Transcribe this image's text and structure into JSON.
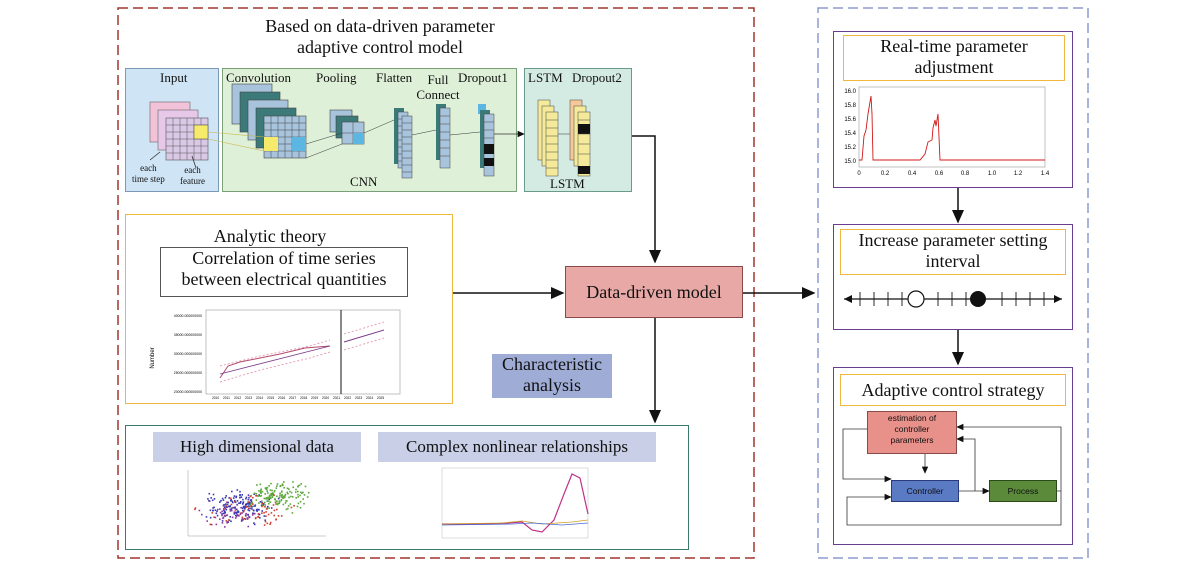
{
  "colors": {
    "left_border": "#a0362c",
    "right_border": "#8e9ad0",
    "purple_box": "#6a3d8f",
    "orange_border": "#f0b840",
    "teal_border": "#3a7a6a",
    "input_bg": "#cfe4f5",
    "cnn_bg": "#dff0d8",
    "lstm_bg": "#d4ebe4",
    "model_box": "#e8a8a6",
    "char_box": "#9fadd6",
    "label_box": "#c9cfe6"
  },
  "header": {
    "title_line1": "Based on data-driven parameter",
    "title_line2": "adaptive control model"
  },
  "network": {
    "input_label": "Input",
    "each_time_step": "each\ntime step",
    "each_feature": "each\nfeature",
    "convolution": "Convolution",
    "pooling": "Pooling",
    "flatten": "Flatten",
    "full_connect_1": "Full",
    "full_connect_2": "Connect",
    "dropout1": "Dropout1",
    "cnn_label": "CNN",
    "lstm": "LSTM",
    "dropout2": "Dropout2",
    "lstm_label": "LSTM"
  },
  "analytic": {
    "title": "Analytic theory",
    "sub_line1": "Correlation of time series",
    "sub_line2": "between electrical quantities",
    "ylabel": "Number",
    "yticks": [
      "40000.000000000",
      "35000.000000000",
      "30000.000000000",
      "25000.000000000",
      "20000.000000000"
    ],
    "xticks": [
      "2010",
      "2011",
      "2012",
      "2013",
      "2014",
      "2015",
      "2016",
      "2017",
      "2018",
      "2019",
      "2020",
      "2021",
      "2022",
      "2023",
      "2024",
      "2025"
    ]
  },
  "center": {
    "model_label": "Data-driven model",
    "characteristic_line1": "Characteristic",
    "characteristic_line2": "analysis"
  },
  "bottom": {
    "high_dim": "High dimensional data",
    "nonlinear": "Complex nonlinear relationships"
  },
  "realtime": {
    "title_line1": "Real-time parameter",
    "title_line2": "adjustment",
    "yticks": [
      "16.0",
      "15.8",
      "15.6",
      "15.4",
      "15.2",
      "15.0"
    ],
    "xticks": [
      "0",
      "0.2",
      "0.4",
      "0.6",
      "0.8",
      "1.0",
      "1.2",
      "1.4"
    ]
  },
  "interval": {
    "title_line1": "Increase parameter setting",
    "title_line2": "interval"
  },
  "adaptive": {
    "title": "Adaptive control strategy",
    "estimation_line1": "estimation of",
    "estimation_line2": "controller",
    "estimation_line3": "parameters",
    "controller": "Controller",
    "process": "Process"
  }
}
